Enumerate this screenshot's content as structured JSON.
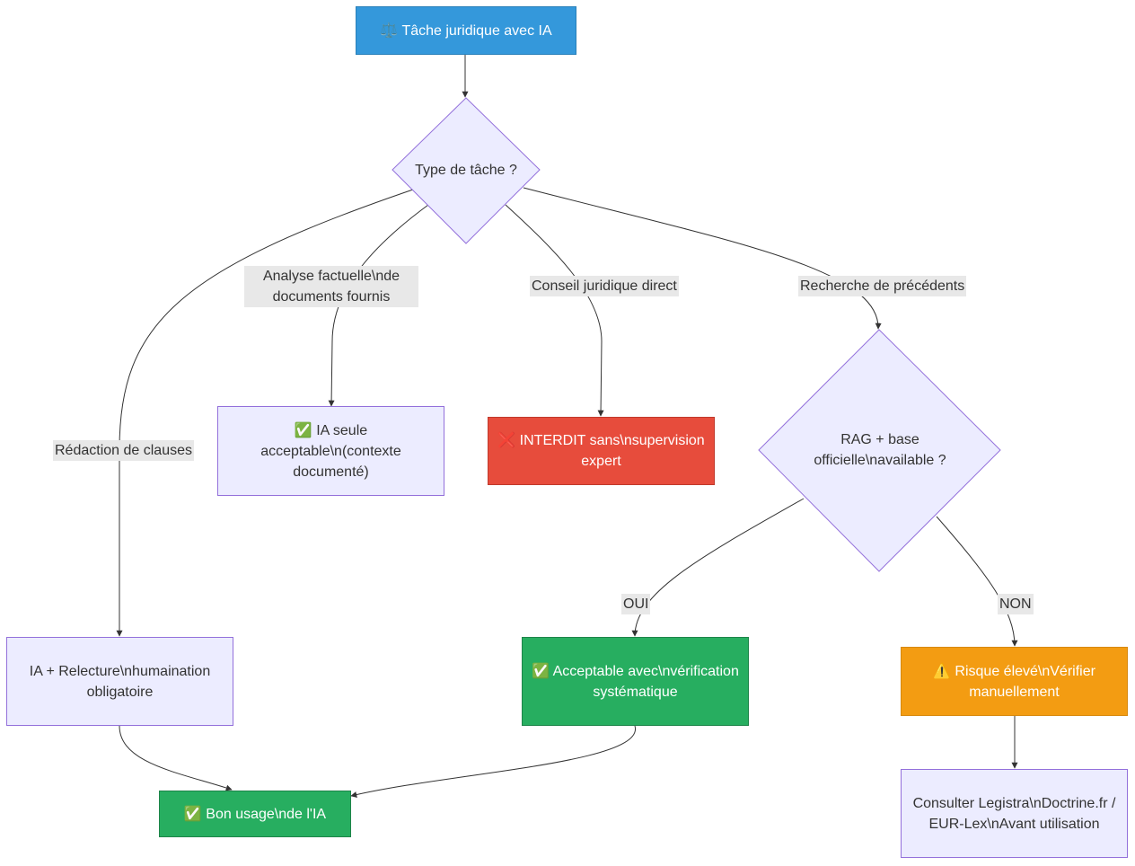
{
  "nodes": {
    "start": "⚖️ Tâche juridique avec IA",
    "decision_type": "Type de tâche ?",
    "ia_seule": "✅ IA seule acceptable\\n(contexte documenté)",
    "interdit": "❌ INTERDIT sans\\nsupervision expert",
    "decision_rag": "RAG + base officielle\\navailable ?",
    "relecture": "IA + Relecture\\nhumaination obligatoire",
    "acceptable": "✅ Acceptable avec\\nvérification systématique",
    "risque": "⚠️ Risque élevé\\nVérifier manuellement",
    "bon_usage": "✅ Bon usage\\nde l'IA",
    "consulter": "Consulter Legistra\\nDoctrine.fr / EUR-Lex\\nAvant utilisation"
  },
  "edge_labels": {
    "analyse": "Analyse factuelle\\nde documents fournis",
    "conseil": "Conseil juridique direct",
    "recherche": "Recherche de précédents",
    "redaction": "Rédaction de clauses",
    "oui": "OUI",
    "non": "NON"
  },
  "colors": {
    "default_fill": "#ececff",
    "default_stroke": "#9370db",
    "blue": "#3498db",
    "red": "#e74c3c",
    "green": "#27ae60",
    "orange": "#f39c12",
    "edge": "#333333",
    "label_bg": "#e8e8e8"
  }
}
